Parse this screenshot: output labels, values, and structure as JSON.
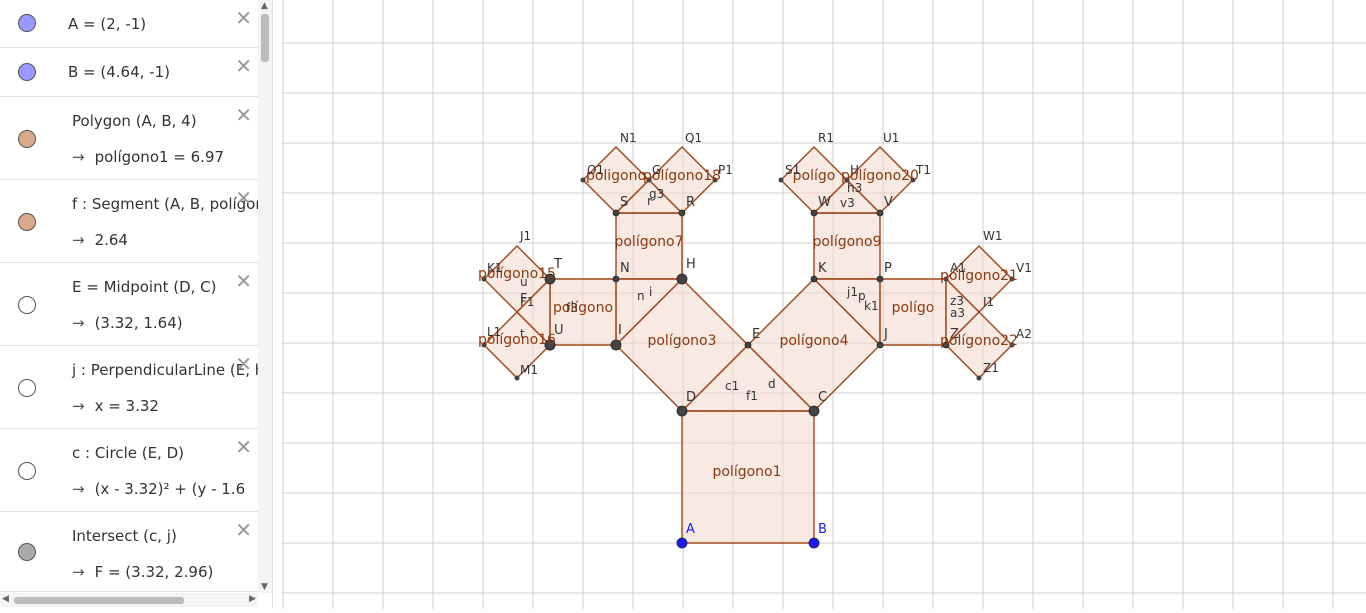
{
  "algebra": {
    "rows": [
      {
        "def": "A = (2, -1)",
        "value": "",
        "color": "#9999ff"
      },
      {
        "def": "B = (4.64, -1)",
        "value": "",
        "color": "#9999ff"
      },
      {
        "def": "Polygon (A, B, 4)",
        "value": "polígono1 = 6.97",
        "color": "#d9a98a"
      },
      {
        "def": "f : Segment (A, B, polígono",
        "value": "2.64",
        "color": "#d9a98a"
      },
      {
        "def": "E = Midpoint (D, C)",
        "value": "(3.32, 1.64)",
        "color": "#ffffff"
      },
      {
        "def": "j : PerpendicularLine (E, h)",
        "value": "x = 3.32",
        "color": "#ffffff"
      },
      {
        "def": "c : Circle (E, D)",
        "value": "(x - 3.32)² + (y - 1.6",
        "color": "#ffffff"
      },
      {
        "def": "Intersect (c, j)",
        "value": "F = (3.32, 2.96)",
        "color": "#aaaaaa"
      }
    ],
    "arrow": "→",
    "close": "✕"
  },
  "colors": {
    "polygon_fill": "#f2d8cc",
    "polygon_stroke": "#a0471a",
    "label": "#8b3a10",
    "point": "#444444",
    "free_point": "#1a1aff",
    "grid": "#d0d0d0"
  },
  "graphics": {
    "points": [
      {
        "id": "A",
        "label": "A",
        "free": true
      },
      {
        "id": "B",
        "label": "B",
        "free": true
      },
      {
        "id": "C",
        "label": "C"
      },
      {
        "id": "D",
        "label": "D"
      },
      {
        "id": "E",
        "label": "E"
      },
      {
        "id": "F",
        "label": "F"
      },
      {
        "id": "H",
        "label": "H"
      },
      {
        "id": "I",
        "label": "I"
      },
      {
        "id": "J",
        "label": "J"
      },
      {
        "id": "K",
        "label": "K"
      },
      {
        "id": "N",
        "label": "N"
      },
      {
        "id": "P",
        "label": "P"
      },
      {
        "id": "R",
        "label": "R"
      },
      {
        "id": "S",
        "label": "S"
      },
      {
        "id": "T",
        "label": "T"
      },
      {
        "id": "U",
        "label": "U"
      },
      {
        "id": "V",
        "label": "V"
      },
      {
        "id": "W",
        "label": "W"
      },
      {
        "id": "Z",
        "label": "Z"
      }
    ],
    "labels": [
      "polígono1",
      "polígono3",
      "polígono4",
      "polígono7",
      "polígono9",
      "polígono15",
      "polígono16",
      "polígono18",
      "polígono20",
      "polígono21",
      "polígono22",
      "polígono",
      "poligono",
      "polígo",
      "polígo",
      "c1",
      "f1",
      "d",
      "N1",
      "Q1",
      "O1",
      "G",
      "P1",
      "R1",
      "U1",
      "S1",
      "H",
      "T1",
      "J1",
      "K1",
      "F1",
      "L1",
      "M1",
      "W1",
      "A1",
      "V1",
      "Z1",
      "f3",
      "j1",
      "k1",
      "g3",
      "h3",
      "r",
      "v3",
      "u",
      "t",
      "n",
      "i",
      "I1",
      "A2",
      "a3",
      "z3",
      "p"
    ]
  }
}
